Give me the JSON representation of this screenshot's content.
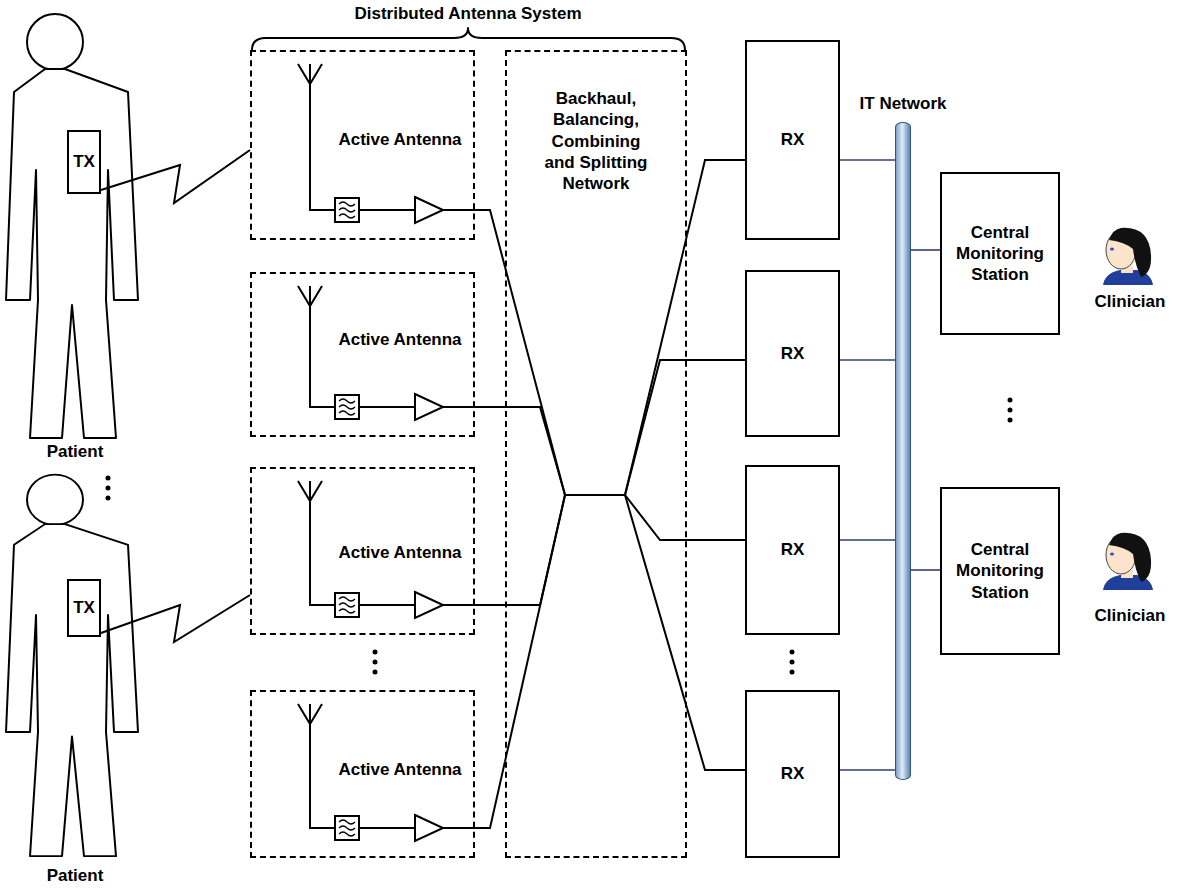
{
  "diagram": {
    "nodes": [
      {
        "text": [
          "TX"
        ]
      },
      {
        "text": [
          "TX"
        ]
      },
      {
        "text": [
          "Active Antenna"
        ]
      },
      {
        "text": [
          "Active Antenna"
        ]
      },
      {
        "text": [
          "Active Antenna"
        ]
      },
      {
        "text": [
          "Active Antenna"
        ]
      },
      {
        "text": [
          "Backhaul, Balancing, Combining and Splitting Network"
        ]
      },
      {
        "text": [
          "RX"
        ]
      },
      {
        "text": [
          "RX"
        ]
      },
      {
        "text": [
          "RX"
        ]
      },
      {
        "text": [
          "RX"
        ]
      },
      {
        "text": [
          "IT Network"
        ]
      },
      {
        "text": [
          "Central Monitoring Station"
        ]
      },
      {
        "text": [
          "Central Monitoring Station"
        ]
      }
    ],
    "edges": [
      {
        "from": 0,
        "to": 2,
        "arrow": "none"
      },
      {
        "from": 1,
        "to": 4,
        "arrow": "none"
      },
      {
        "from": 2,
        "to": 6,
        "arrow": "none"
      },
      {
        "from": 3,
        "to": 6,
        "arrow": "none"
      },
      {
        "from": 4,
        "to": 6,
        "arrow": "none"
      },
      {
        "from": 5,
        "to": 6,
        "arrow": "none"
      },
      {
        "from": 6,
        "to": 7,
        "arrow": "none"
      },
      {
        "from": 6,
        "to": 8,
        "arrow": "none"
      },
      {
        "from": 6,
        "to": 9,
        "arrow": "none"
      },
      {
        "from": 6,
        "to": 10,
        "arrow": "none"
      },
      {
        "from": 7,
        "to": 11,
        "arrow": "none"
      },
      {
        "from": 8,
        "to": 11,
        "arrow": "none"
      },
      {
        "from": 9,
        "to": 11,
        "arrow": "none"
      },
      {
        "from": 10,
        "to": 11,
        "arrow": "none"
      },
      {
        "from": 11,
        "to": 12,
        "arrow": "none"
      },
      {
        "from": 11,
        "to": 13,
        "arrow": "none"
      }
    ],
    "labels": [
      "Distributed Antenna System",
      "Patient",
      "Patient",
      "Clinician",
      "Clinician"
    ]
  }
}
